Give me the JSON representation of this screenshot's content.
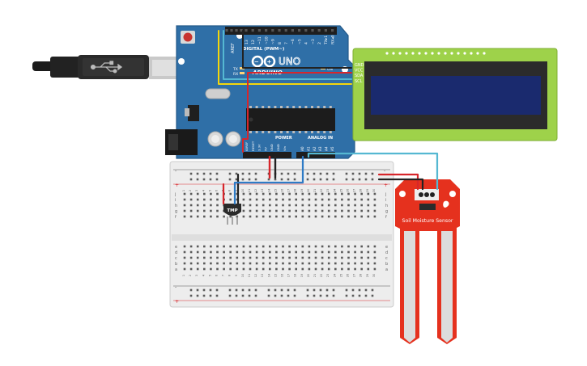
{
  "arduino": {
    "brand": "ARDUINO",
    "model": "UNO",
    "digital_header_label": "DIGITAL (PWM~)",
    "power_label": "POWER",
    "analog_label": "ANALOG IN",
    "on_label": "ON",
    "tx_label": "TX",
    "rx_label": "RX",
    "l_label": "L",
    "aref_label": "AREF",
    "digital_pins": [
      "13",
      "12",
      "~11",
      "~10",
      "~9",
      "8",
      "7",
      "~6",
      "~5",
      "4",
      "~3",
      "2",
      "TX▸1",
      "RX◂0"
    ],
    "power_pins": [
      "IOREF",
      "RESET",
      "3.3V",
      "5V",
      "GND",
      "GND",
      "Vin"
    ],
    "analog_pins": [
      "A0",
      "A1",
      "A2",
      "A3",
      "A4",
      "A5"
    ]
  },
  "lcd": {
    "pins": [
      "GND",
      "VCC",
      "SDA",
      "SCL"
    ]
  },
  "breadboard": {
    "row_letters_top": [
      "j",
      "i",
      "h",
      "g",
      "f"
    ],
    "row_letters_bottom": [
      "e",
      "d",
      "c",
      "b",
      "a"
    ],
    "col_numbers": [
      "1",
      "2",
      "3",
      "4",
      "5",
      "6",
      "7",
      "8",
      "9",
      "10",
      "11",
      "12",
      "13",
      "14",
      "15",
      "16",
      "17",
      "18",
      "19",
      "20",
      "21",
      "22",
      "23",
      "24",
      "25",
      "26",
      "27",
      "28",
      "29",
      "30"
    ],
    "plus": "+",
    "minus": "-"
  },
  "temp_sensor": {
    "label": "TMP"
  },
  "soil_sensor": {
    "label": "Soil Moisture Sensor"
  },
  "colors": {
    "board": "#2f6fa7",
    "wire_red": "#d7262b",
    "wire_black": "#222222",
    "wire_yellow": "#f4d70c",
    "wire_cyan": "#55b8d2",
    "wire_blue": "#2e7bc6",
    "lcd_pcb": "#9ed24a",
    "lcd_screen": "#1a2a6e",
    "sensor_red": "#e5311e"
  }
}
